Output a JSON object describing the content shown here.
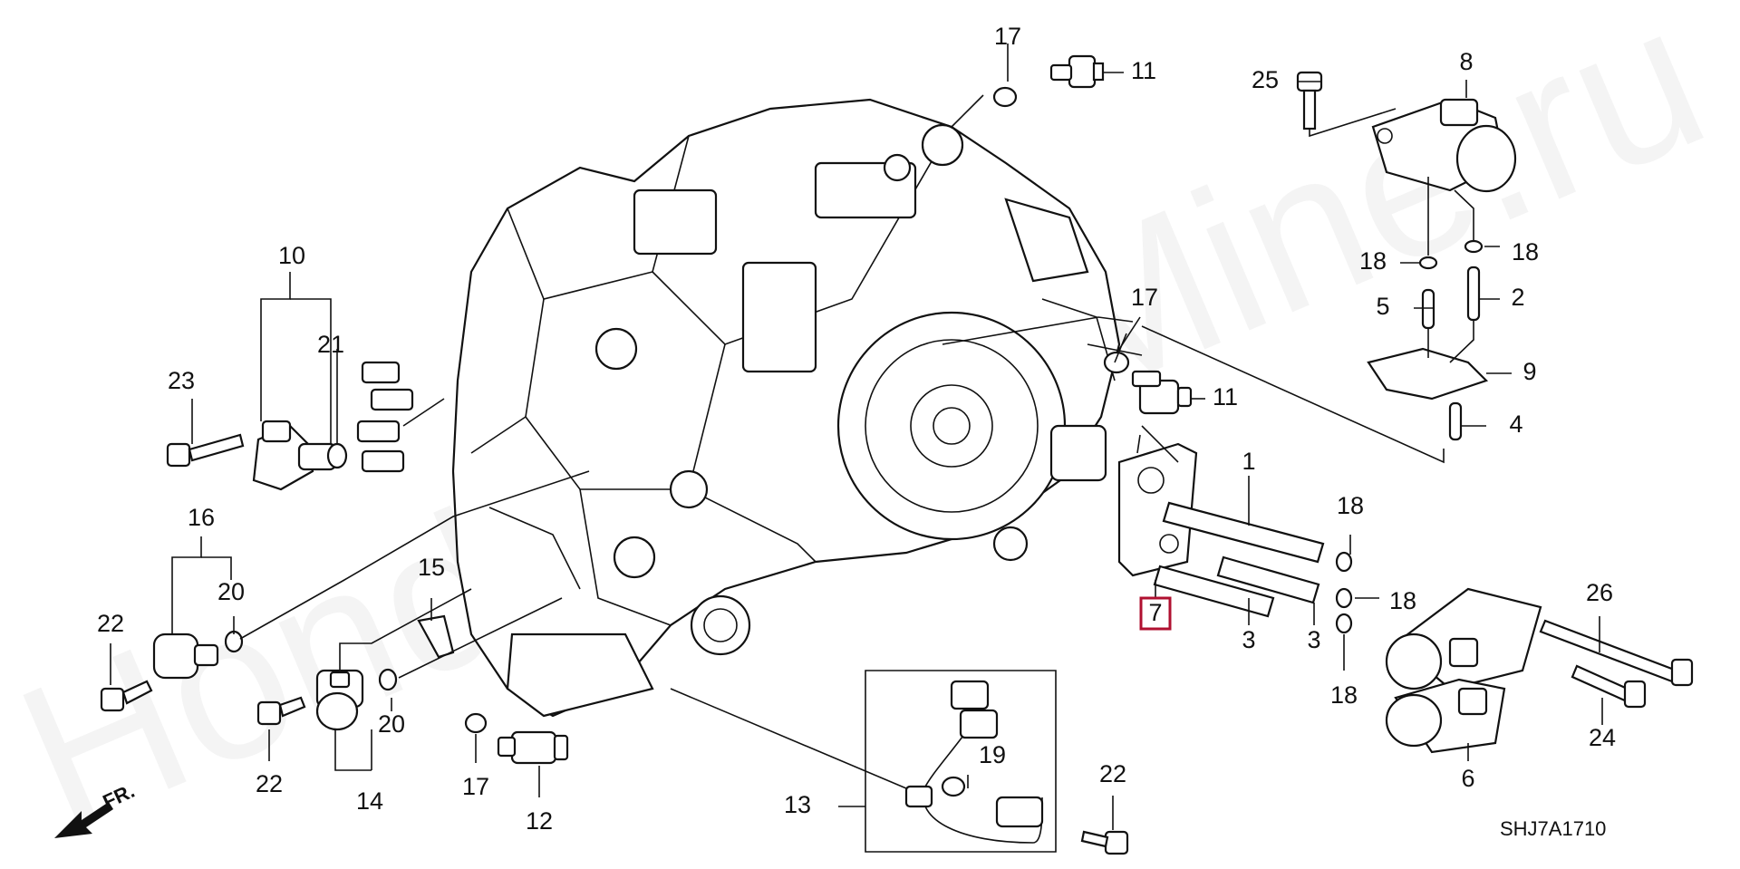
{
  "watermark": "HondaPartsMine.ru",
  "diagram_code": "SHJ7A1710",
  "front_marker": "FR.",
  "highlighted_callout": "7",
  "highlight_color": "#b01030",
  "callouts": {
    "c1": "1",
    "c2": "2",
    "c3a": "3",
    "c3b": "3",
    "c4": "4",
    "c5": "5",
    "c6": "6",
    "c8": "8",
    "c9": "9",
    "c10": "10",
    "c11a": "11",
    "c11b": "11",
    "c12": "12",
    "c13": "13",
    "c14": "14",
    "c15": "15",
    "c16": "16",
    "c17a": "17",
    "c17b": "17",
    "c17c": "17",
    "c18a": "18",
    "c18b": "18",
    "c18c": "18",
    "c18d": "18",
    "c18e": "18",
    "c19": "19",
    "c20a": "20",
    "c20b": "20",
    "c21": "21",
    "c22a": "22",
    "c22b": "22",
    "c22c": "22",
    "c23": "23",
    "c24": "24",
    "c25": "25",
    "c26": "26"
  }
}
